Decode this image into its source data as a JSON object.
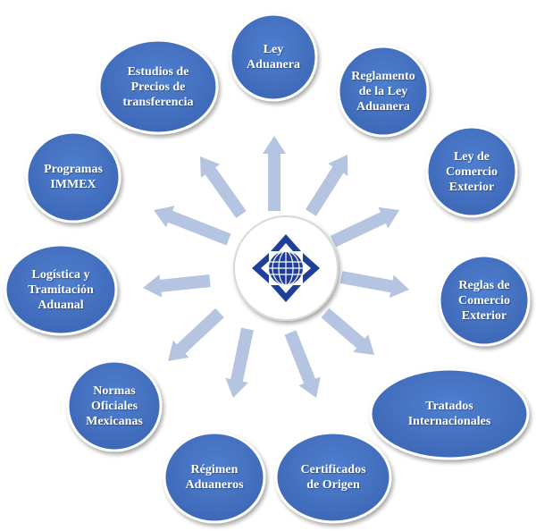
{
  "colors": {
    "node_fill": "#4472C4",
    "node_fill_dark": "#3a62ab",
    "node_stroke": "#ffffff",
    "arrow": "#b5c4e0",
    "logo_blue": "#1f3f99"
  },
  "center": {
    "logo_name": "aduana-logo"
  },
  "nodes": [
    {
      "id": "ley-aduanera",
      "label": "Ley\nAduanera"
    },
    {
      "id": "reglamento-ley-aduanera",
      "label": "Reglamento\nde la Ley\nAduanera"
    },
    {
      "id": "ley-comercio-exterior",
      "label": "Ley de\nComercio\nExterior"
    },
    {
      "id": "reglas-comercio-exterior",
      "label": "Reglas de\nComercio\nExterior"
    },
    {
      "id": "tratados-internacionales",
      "label": "Tratados\nInternacionales"
    },
    {
      "id": "certificados-origen",
      "label": "Certificados\nde Origen"
    },
    {
      "id": "regimen-aduaneros",
      "label": "Régimen\nAduaneros"
    },
    {
      "id": "normas-oficiales-mexicanas",
      "label": "Normas\nOficiales\nMexicanas"
    },
    {
      "id": "logistica-tramitacion-aduanal",
      "label": "Logística y\nTramitación\nAduanal"
    },
    {
      "id": "programas-immex",
      "label": "Programas\nIMMEX"
    },
    {
      "id": "estudios-precios-transferencia",
      "label": "Estudios de\nPrecios de\ntransferencia"
    }
  ]
}
